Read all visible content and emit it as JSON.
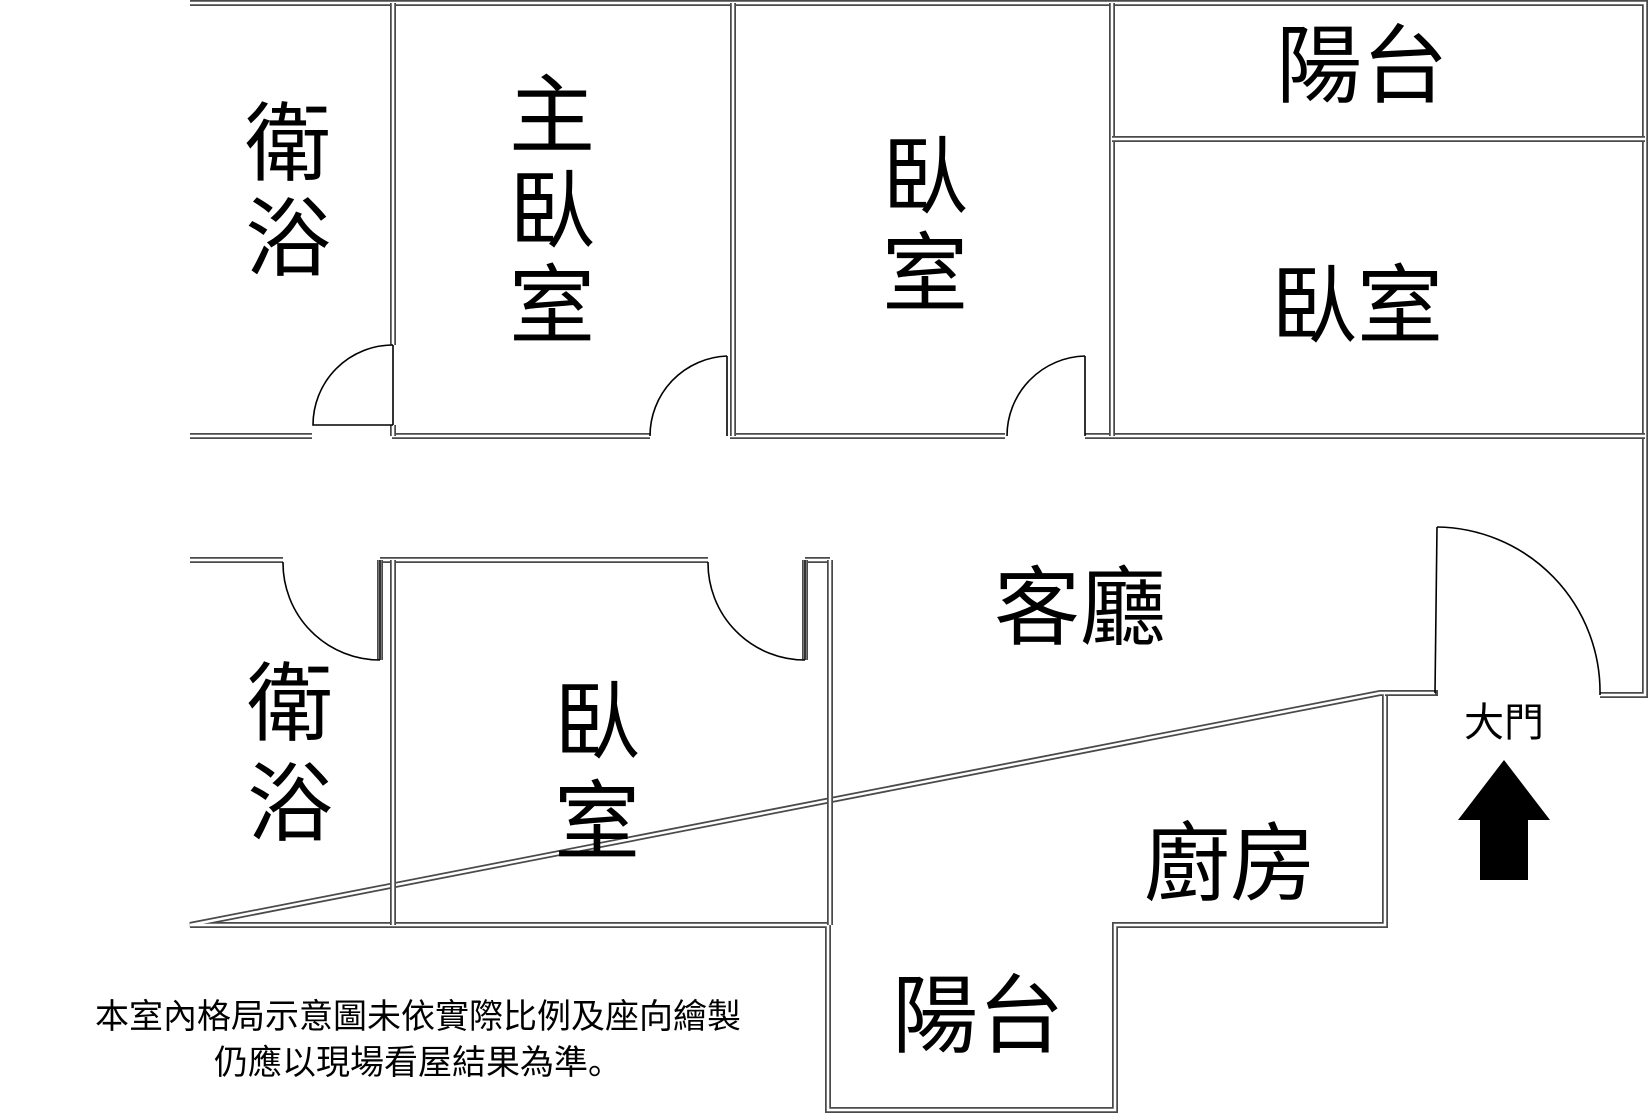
{
  "rooms": {
    "bath_top": "衛浴",
    "master_bedroom": "主臥室",
    "bedroom_middle": "臥室",
    "balcony_top": "陽台",
    "bedroom_right": "臥室",
    "living_room": "客廳",
    "bath_bottom": "衛浴",
    "bedroom_bottom": "臥室",
    "kitchen": "廚房",
    "balcony_bottom": "陽台"
  },
  "entrance": {
    "label": "大門",
    "icon": "arrow-up-icon"
  },
  "note": {
    "line1": "本室內格局示意圖未依實際比例及座向繪製",
    "line2": "仍應以現場看屋結果為準。"
  },
  "colors": {
    "wall": "#4a4a4a",
    "text": "#000000",
    "background": "#ffffff"
  }
}
